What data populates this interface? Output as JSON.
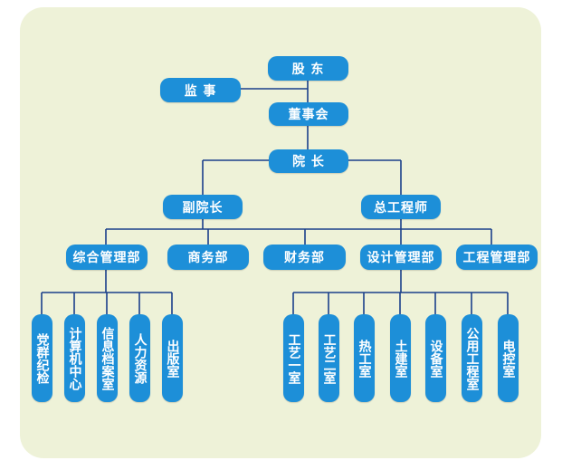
{
  "colors": {
    "panel": "#eef2d8",
    "node": "#1d8fd8",
    "line": "#1a3f8a"
  },
  "org": {
    "shareholders": "股 东",
    "supervisors": "监 事",
    "board": "董事会",
    "president": "院 长",
    "vice_president": "副院长",
    "chief_engineer": "总工程师",
    "departments": [
      "综合管理部",
      "商务部",
      "财务部",
      "设计管理部",
      "工程管理部"
    ],
    "admin_offices": [
      "党群纪检",
      "计算机中心",
      "信息档案室",
      "人力资源",
      "出版室"
    ],
    "design_offices": [
      "工艺一室",
      "工艺二室",
      "热工室",
      "土建室",
      "设备室",
      "公用工程室",
      "电控室"
    ]
  }
}
